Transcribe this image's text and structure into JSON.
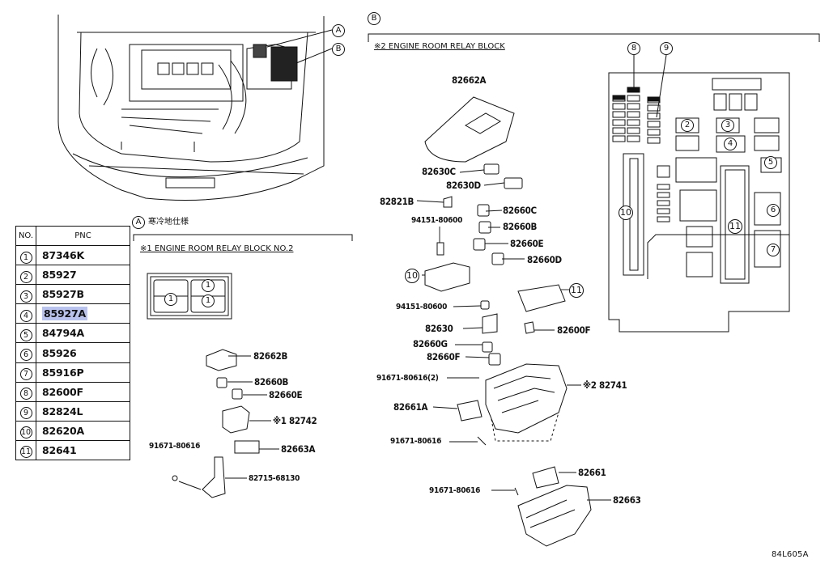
{
  "callouts": {
    "A": "A",
    "B": "B"
  },
  "section_a": {
    "marker": "A",
    "title": "寒冷地仕様",
    "block_title": "※1  ENGINE ROOM RELAY BLOCK NO.2"
  },
  "section_b": {
    "marker": "B",
    "block_title": "※2  ENGINE ROOM RELAY BLOCK"
  },
  "table": {
    "headers": {
      "no": "NO.",
      "pnc": "PNC"
    },
    "rows": [
      {
        "no": "1",
        "pnc": "87346K"
      },
      {
        "no": "2",
        "pnc": "85927"
      },
      {
        "no": "3",
        "pnc": "85927B"
      },
      {
        "no": "4",
        "pnc": "85927A",
        "highlighted": true
      },
      {
        "no": "5",
        "pnc": "84794A"
      },
      {
        "no": "6",
        "pnc": "85926"
      },
      {
        "no": "7",
        "pnc": "85916P"
      },
      {
        "no": "8",
        "pnc": "82600F"
      },
      {
        "no": "9",
        "pnc": "82824L"
      },
      {
        "no": "10",
        "pnc": "82620A"
      },
      {
        "no": "11",
        "pnc": "82641"
      }
    ]
  },
  "left_parts": {
    "p1": "82662B",
    "p2": "82660B",
    "p3": "82660E",
    "p4": "※1 82742",
    "p5": "91671-80616",
    "p6": "82663A",
    "p7": "82715-68130"
  },
  "right_parts": {
    "r1": "82662A",
    "r2": "82630C",
    "r3": "82630D",
    "r4": "82821B",
    "r5": "82660C",
    "r6": "94151-80600",
    "r7": "82660B",
    "r8": "82660E",
    "r9": "82660D",
    "r10": "94151-80600",
    "r11": "82630",
    "r12": "82600F",
    "r13": "82660G",
    "r14": "82660F",
    "r15": "91671-80616(2)",
    "r16": "※2 82741",
    "r17": "82661A",
    "r18": "91671-80616",
    "r19": "91671-80616",
    "r20": "82661",
    "r21": "82663"
  },
  "numbers": {
    "n1": "1",
    "n2": "2",
    "n3": "3",
    "n4": "4",
    "n5": "5",
    "n6": "6",
    "n7": "7",
    "n8": "8",
    "n9": "9",
    "n10": "10",
    "n11": "11"
  },
  "footer": {
    "code": "84L605A"
  }
}
